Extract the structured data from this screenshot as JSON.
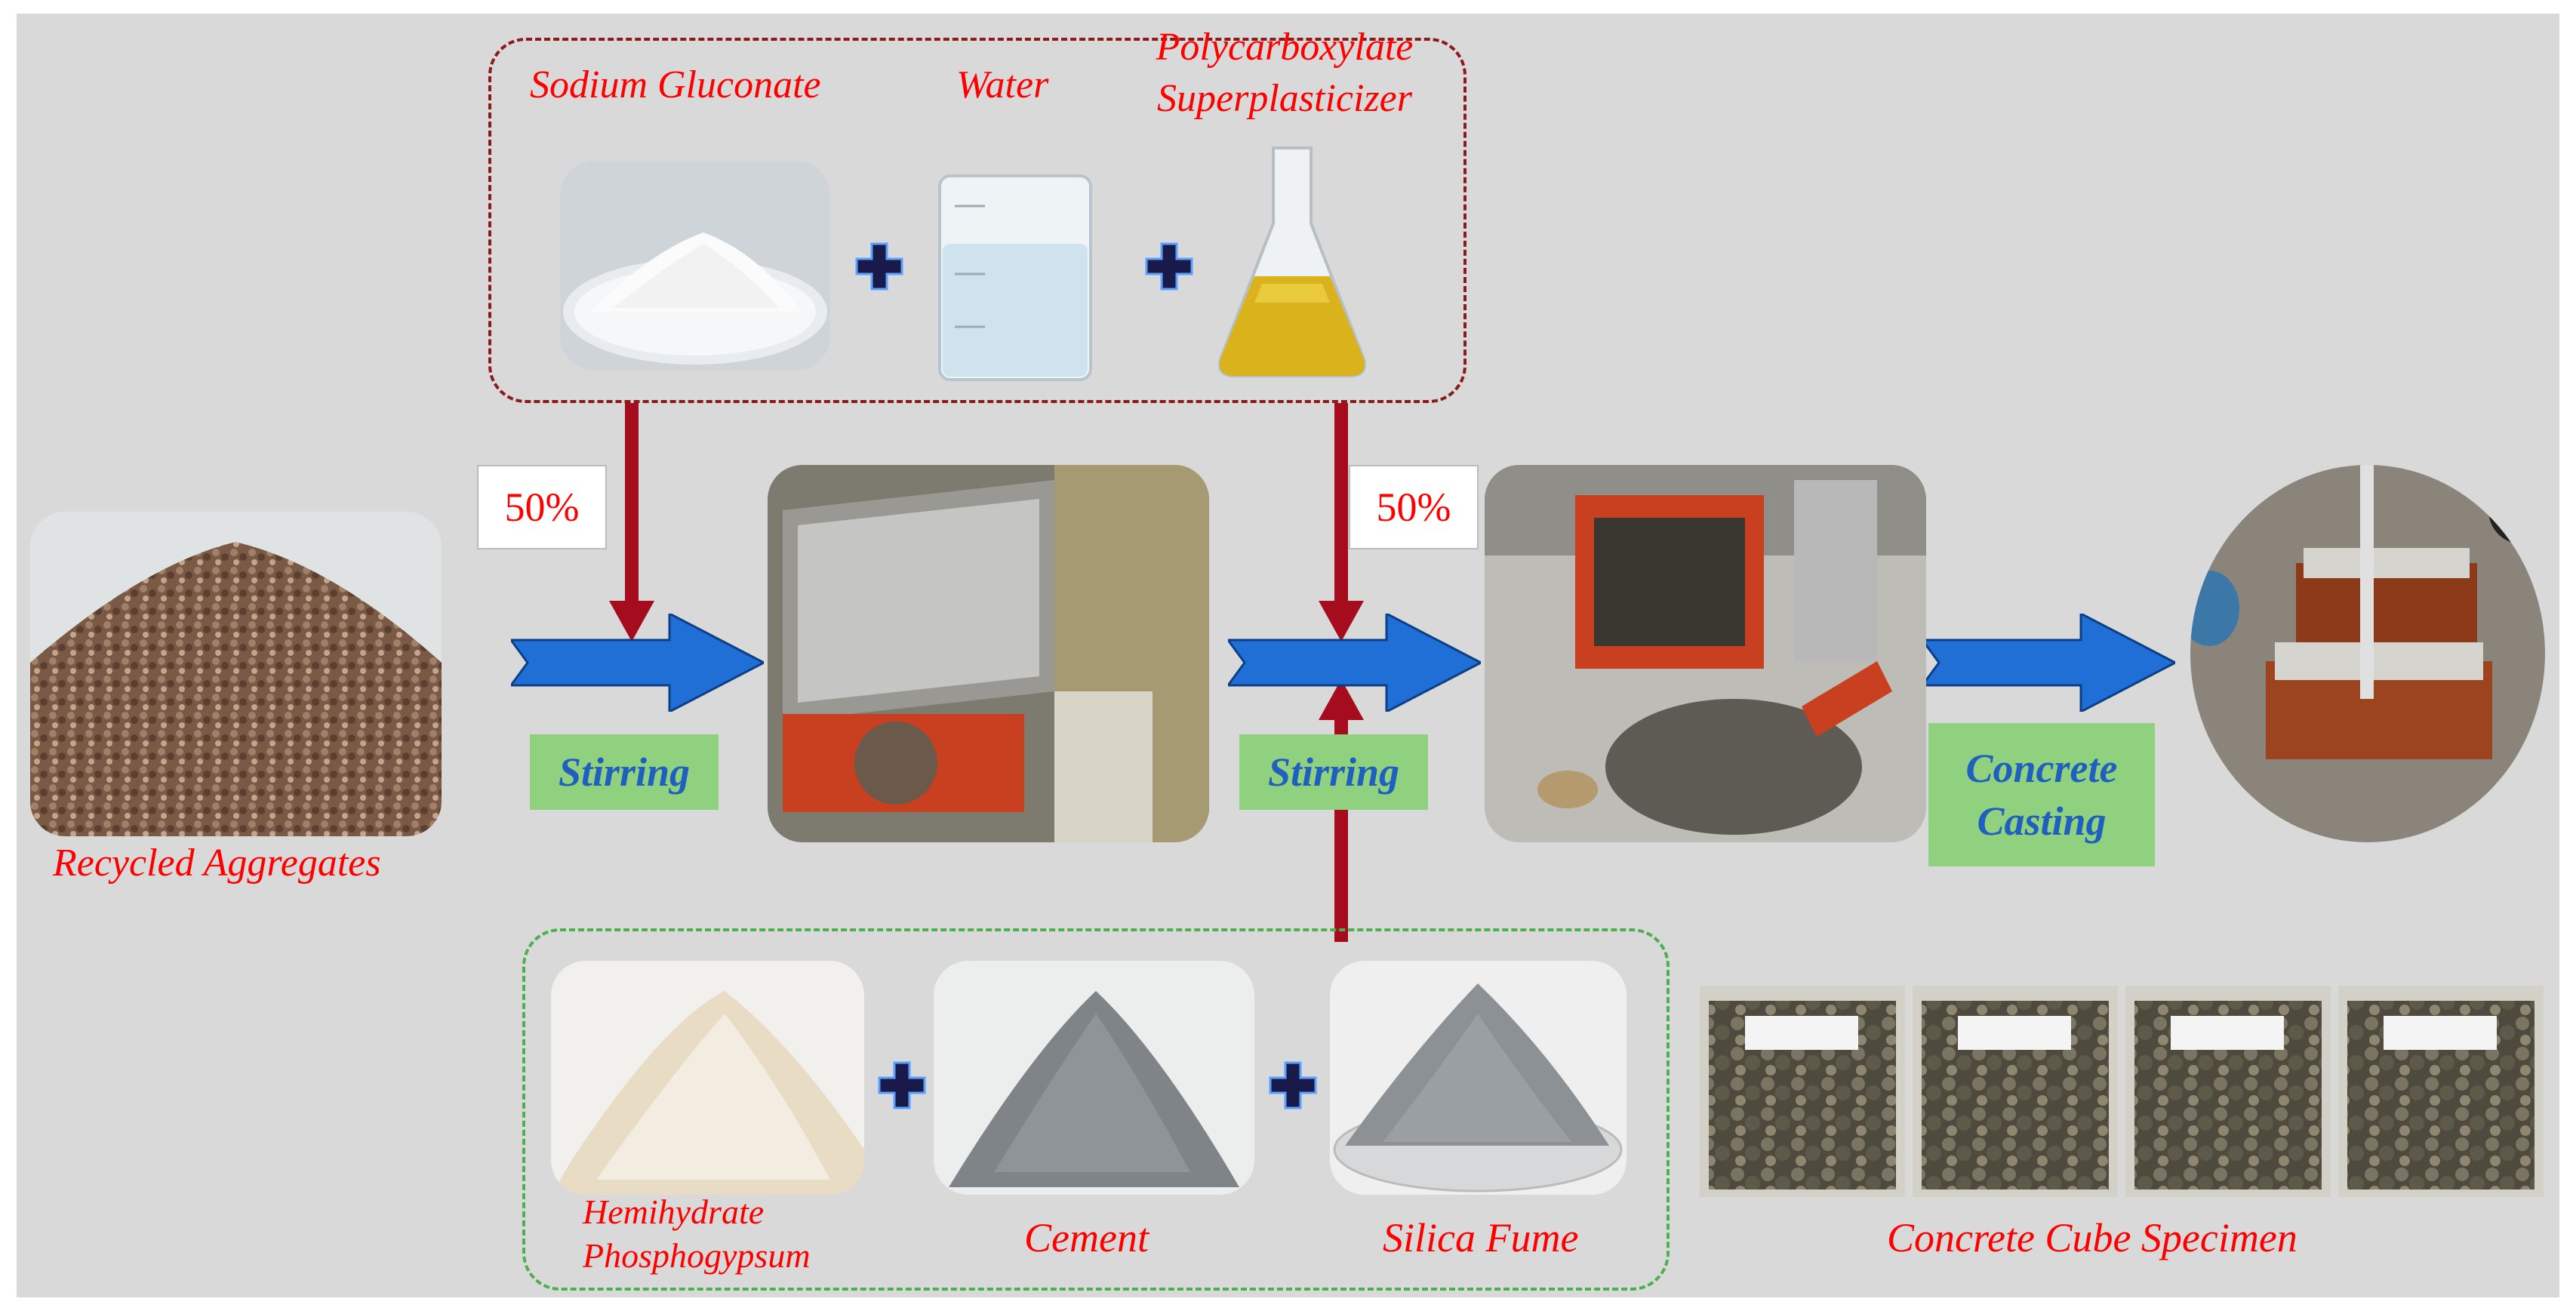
{
  "top_group": {
    "sodium_gluconate": "Sodium Gluconate",
    "water": "Water",
    "polycarboxylate_line1": "Polycarboxylate",
    "polycarboxylate_line2": "Superplasticizer"
  },
  "bottom_group": {
    "hemihydrate_line1": "Hemihydrate",
    "hemihydrate_line2": "Phosphogypsum",
    "cement": "Cement",
    "silica_fume": "Silica Fume"
  },
  "flow": {
    "recycled_aggregates": "Recycled Aggregates",
    "pct_left": "50%",
    "pct_right": "50%",
    "stirring_1": "Stirring",
    "stirring_2": "Stirring",
    "casting_line1": "Concrete",
    "casting_line2": "Casting",
    "cube_specimen": "Concrete Cube Specimen"
  },
  "colors": {
    "background": "#d9d9d9",
    "label_text": "#ff0000",
    "step_box": "#8fd17f",
    "step_text": "#1f5fbf",
    "flow_arrow": "#1f6fd6",
    "feed_arrow": "#a50d1f",
    "top_group_border": "#8b1a1a",
    "bottom_group_border": "#4caf50",
    "plus_icon": "#1a1a4a"
  }
}
